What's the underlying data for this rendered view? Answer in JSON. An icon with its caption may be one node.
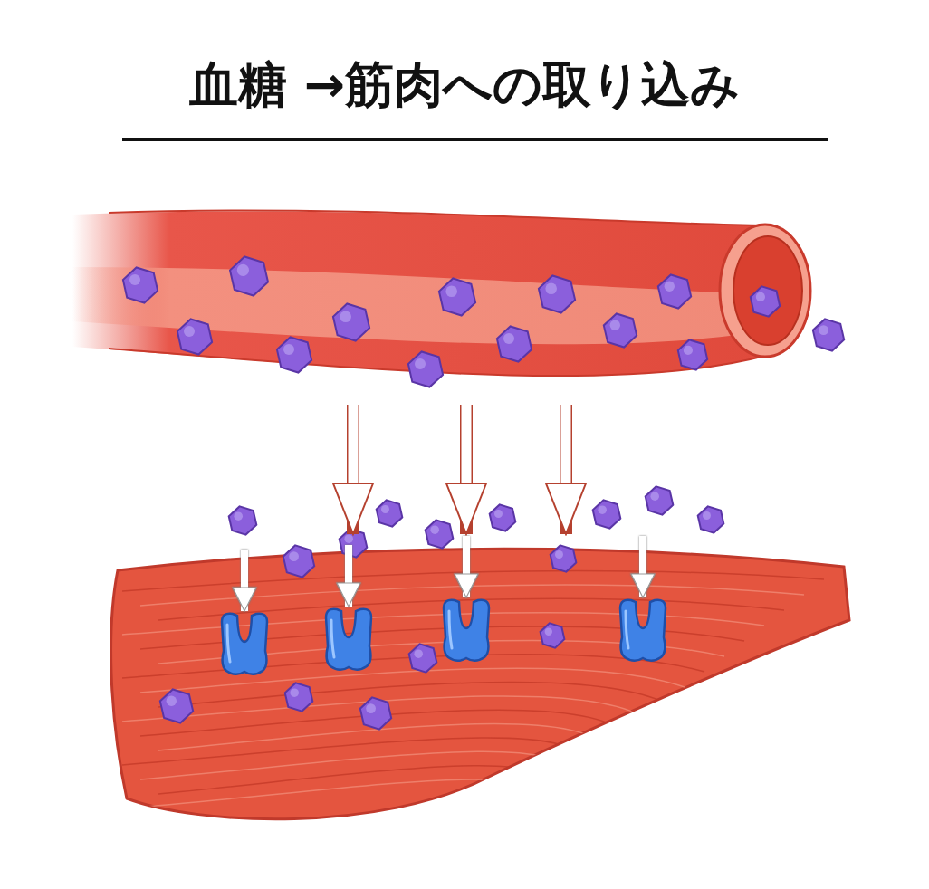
{
  "diagram": {
    "title": "血糖 →筋肉への取り込み",
    "nodes": [
      {
        "text": [],
        "shape": "picture"
      },
      {
        "text": [],
        "shape": "picture"
      },
      {
        "text": [],
        "shape": "picture",
        "in": 1
      },
      {
        "text": [],
        "shape": "picture",
        "in": 1
      },
      {
        "text": [],
        "shape": "picture",
        "in": 1
      },
      {
        "text": [],
        "shape": "picture",
        "in": 1
      }
    ],
    "edges": [
      {
        "from": 0,
        "to": 1,
        "arrow": "to",
        "color": "#b5412f"
      },
      {
        "from": 0,
        "to": 1,
        "arrow": "to",
        "color": "#b5412f"
      },
      {
        "from": 0,
        "to": 1,
        "arrow": "to",
        "color": "#b5412f"
      },
      {
        "from": null,
        "to": 2,
        "arrow": "to"
      },
      {
        "from": null,
        "to": 3,
        "arrow": "to"
      },
      {
        "from": null,
        "to": 4,
        "arrow": "to"
      },
      {
        "from": null,
        "to": 5,
        "arrow": "to"
      }
    ]
  }
}
